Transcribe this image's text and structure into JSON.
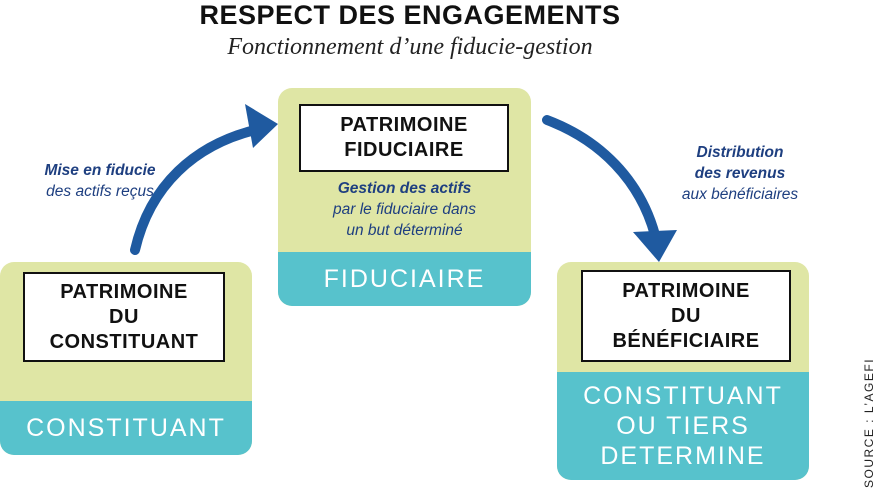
{
  "header": {
    "title": "RESPECT DES ENGAGEMENTS",
    "subtitle": "Fonctionnement d’une fiducie-gestion"
  },
  "nodes": {
    "constituant": {
      "box_line1": "PATRIMOINE",
      "box_line2": "DU",
      "box_line3": "CONSTITUANT",
      "band": "CONSTITUANT"
    },
    "fiduciaire": {
      "box_line1": "PATRIMOINE",
      "box_line2": "FIDUCIAIRE",
      "note_line1": "Gestion des actifs",
      "note_line2": "par le fiduciaire dans",
      "note_line3": "un but déterminé",
      "band": "FIDUCIAIRE"
    },
    "beneficiaire": {
      "box_line1": "PATRIMOINE",
      "box_line2": "DU",
      "box_line3": "BÉNÉFICIAIRE",
      "band_line1": "CONSTITUANT",
      "band_line2": "OU TIERS",
      "band_line3": "DETERMINE"
    }
  },
  "edges": {
    "left": {
      "line1": "Mise en fiducie",
      "line2": "des actifs reçus"
    },
    "right": {
      "line1": "Distribution",
      "line2": "des revenus",
      "line3": "aux bénéficiaires"
    }
  },
  "source": "SOURCE : L’AGEFI",
  "colors": {
    "card": "#dfe6a5",
    "band": "#57c2cc",
    "arrow": "#1f5aa0",
    "note": "#1e3f80"
  }
}
